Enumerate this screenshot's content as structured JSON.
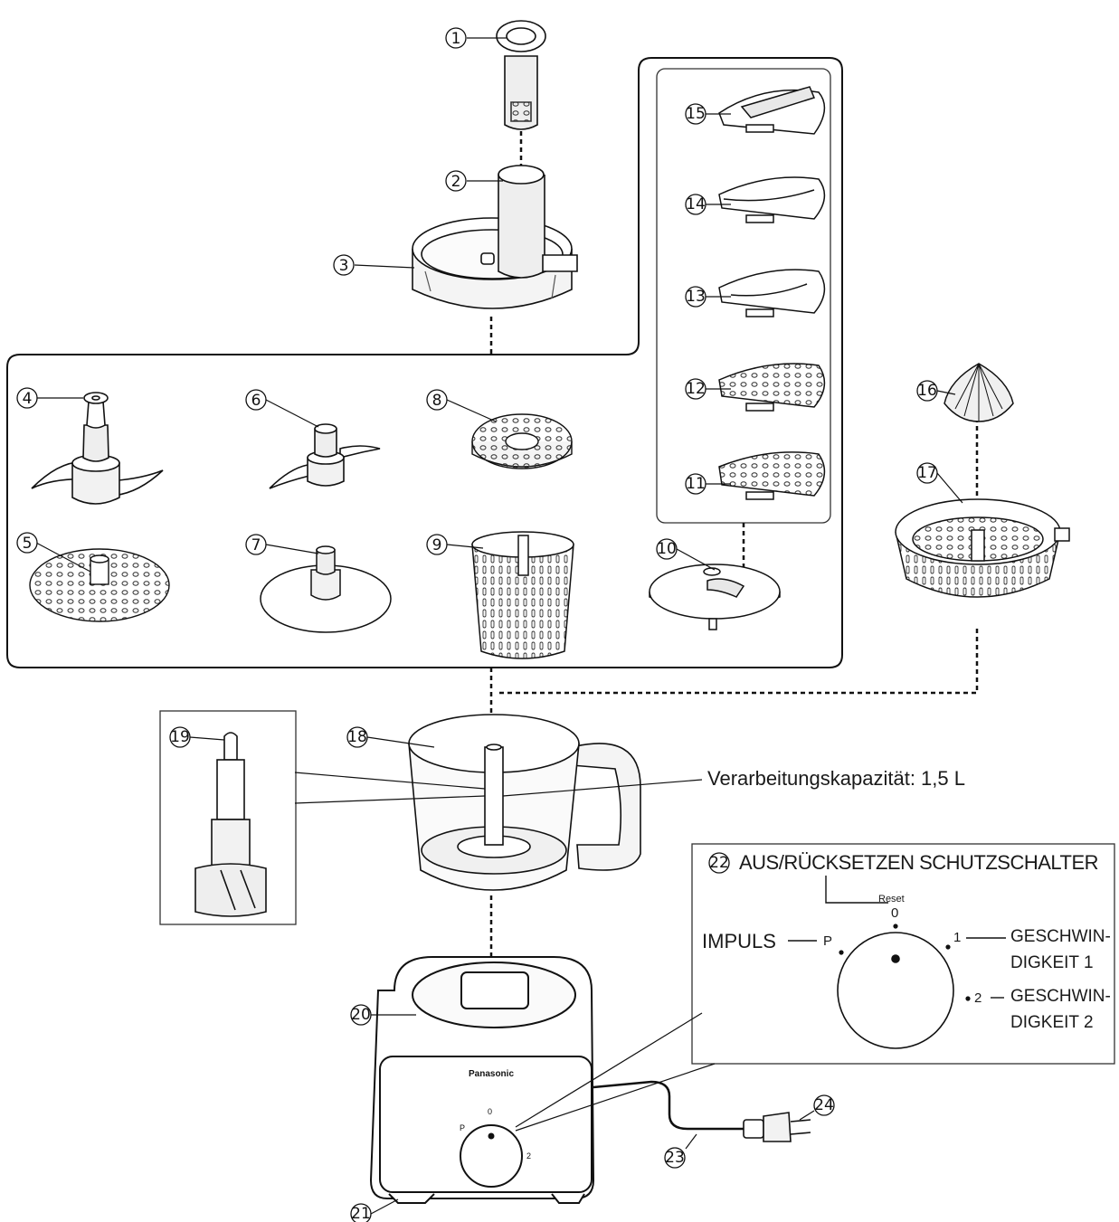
{
  "parts": [
    "1",
    "2",
    "3",
    "4",
    "5",
    "6",
    "7",
    "8",
    "9",
    "10",
    "11",
    "12",
    "13",
    "14",
    "15",
    "16",
    "17",
    "18",
    "19",
    "20",
    "21",
    "22",
    "23",
    "24"
  ],
  "capacity_label": "Verarbeitungskapazität: 1,5 L",
  "switch_panel": {
    "title": "AUS/RÜCKSETZEN SCHUTZSCHALTER",
    "reset": "Reset",
    "zero": "0",
    "pulse": "IMPULS",
    "p": "P",
    "one": "1",
    "two": "2",
    "speed1_line1": "GESCHWIN-",
    "speed1_line2": "DIGKEIT 1",
    "speed2_line1": "GESCHWIN-",
    "speed2_line2": "DIGKEIT 2"
  },
  "base_dial": {
    "p": "P",
    "zero": "0",
    "two": "2"
  },
  "brand": "Panasonic"
}
